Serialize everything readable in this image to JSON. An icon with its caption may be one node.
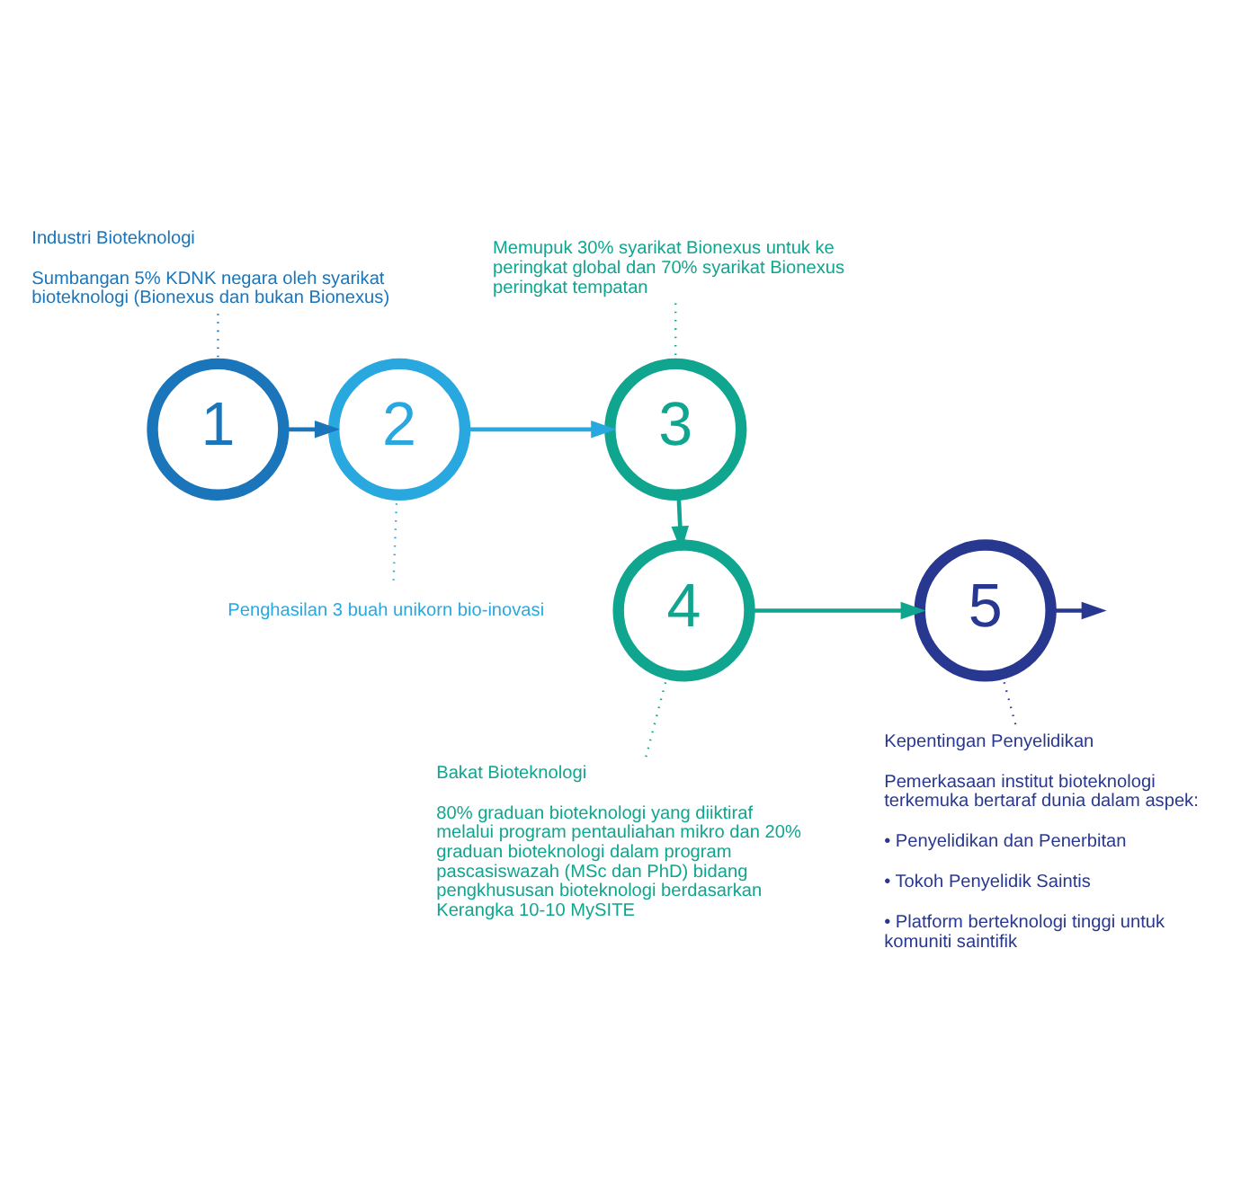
{
  "diagram": {
    "nodes": [
      {
        "text": [
          "1"
        ]
      },
      {
        "text": [
          "2"
        ]
      },
      {
        "text": [
          "3"
        ]
      },
      {
        "text": [
          "4"
        ]
      },
      {
        "text": [
          "5"
        ]
      },
      {
        "text": [
          "Industri Bioteknologi",
          "Sumbangan 5% KDNK negara oleh syarikat bioteknologi (Bionexus dan bukan Bionexus)"
        ]
      },
      {
        "text": [
          "Memupuk 30% syarikat Bionexus untuk ke peringkat global dan 70% syarikat Bionexus peringkat tempatan"
        ]
      },
      {
        "text": [
          "Penghasilan 3 buah unikorn bio-inovasi"
        ]
      },
      {
        "text": [
          "Bakat Bioteknologi",
          "80% graduan bioteknologi yang diiktiraf melalui program pentauliahan mikro dan 20% graduan bioteknologi dalam program pascasiswazah (MSc dan PhD) bidang pengkhususan bioteknologi berdasarkan Kerangka 10-10 MySITE"
        ]
      },
      {
        "text": [
          "Kepentingan Penyelidikan",
          "Pemerkasaan institut bioteknologi terkemuka bertaraf dunia dalam aspek:",
          "• Penyelidikan dan Penerbitan",
          "• Tokoh Penyelidik Saintis",
          "• Platform berteknologi tinggi untuk komuniti saintifik"
        ]
      }
    ],
    "edges": [
      {
        "from": 0,
        "to": 1,
        "arrow": "to",
        "color": "#1a75bb"
      },
      {
        "from": 1,
        "to": 2,
        "arrow": "to",
        "color": "#29a8e0"
      },
      {
        "from": 2,
        "to": 3,
        "arrow": "to",
        "color": "#10a58f"
      },
      {
        "from": 3,
        "to": 4,
        "arrow": "to",
        "color": "#10a58f"
      },
      {
        "from": 4,
        "to": null,
        "arrow": "to",
        "color": "#283891"
      },
      {
        "from": 5,
        "to": 0,
        "arrow": "none",
        "style": "dashed",
        "color": "#1a75bb"
      },
      {
        "from": 6,
        "to": 2,
        "arrow": "none",
        "style": "dashed",
        "color": "#10a58f"
      },
      {
        "from": 1,
        "to": 7,
        "arrow": "none",
        "style": "dashed",
        "color": "#29a8e0"
      },
      {
        "from": 3,
        "to": 8,
        "arrow": "none",
        "style": "dashed",
        "color": "#10a58f"
      },
      {
        "from": 4,
        "to": 9,
        "arrow": "none",
        "style": "dashed",
        "color": "#283891"
      }
    ]
  }
}
